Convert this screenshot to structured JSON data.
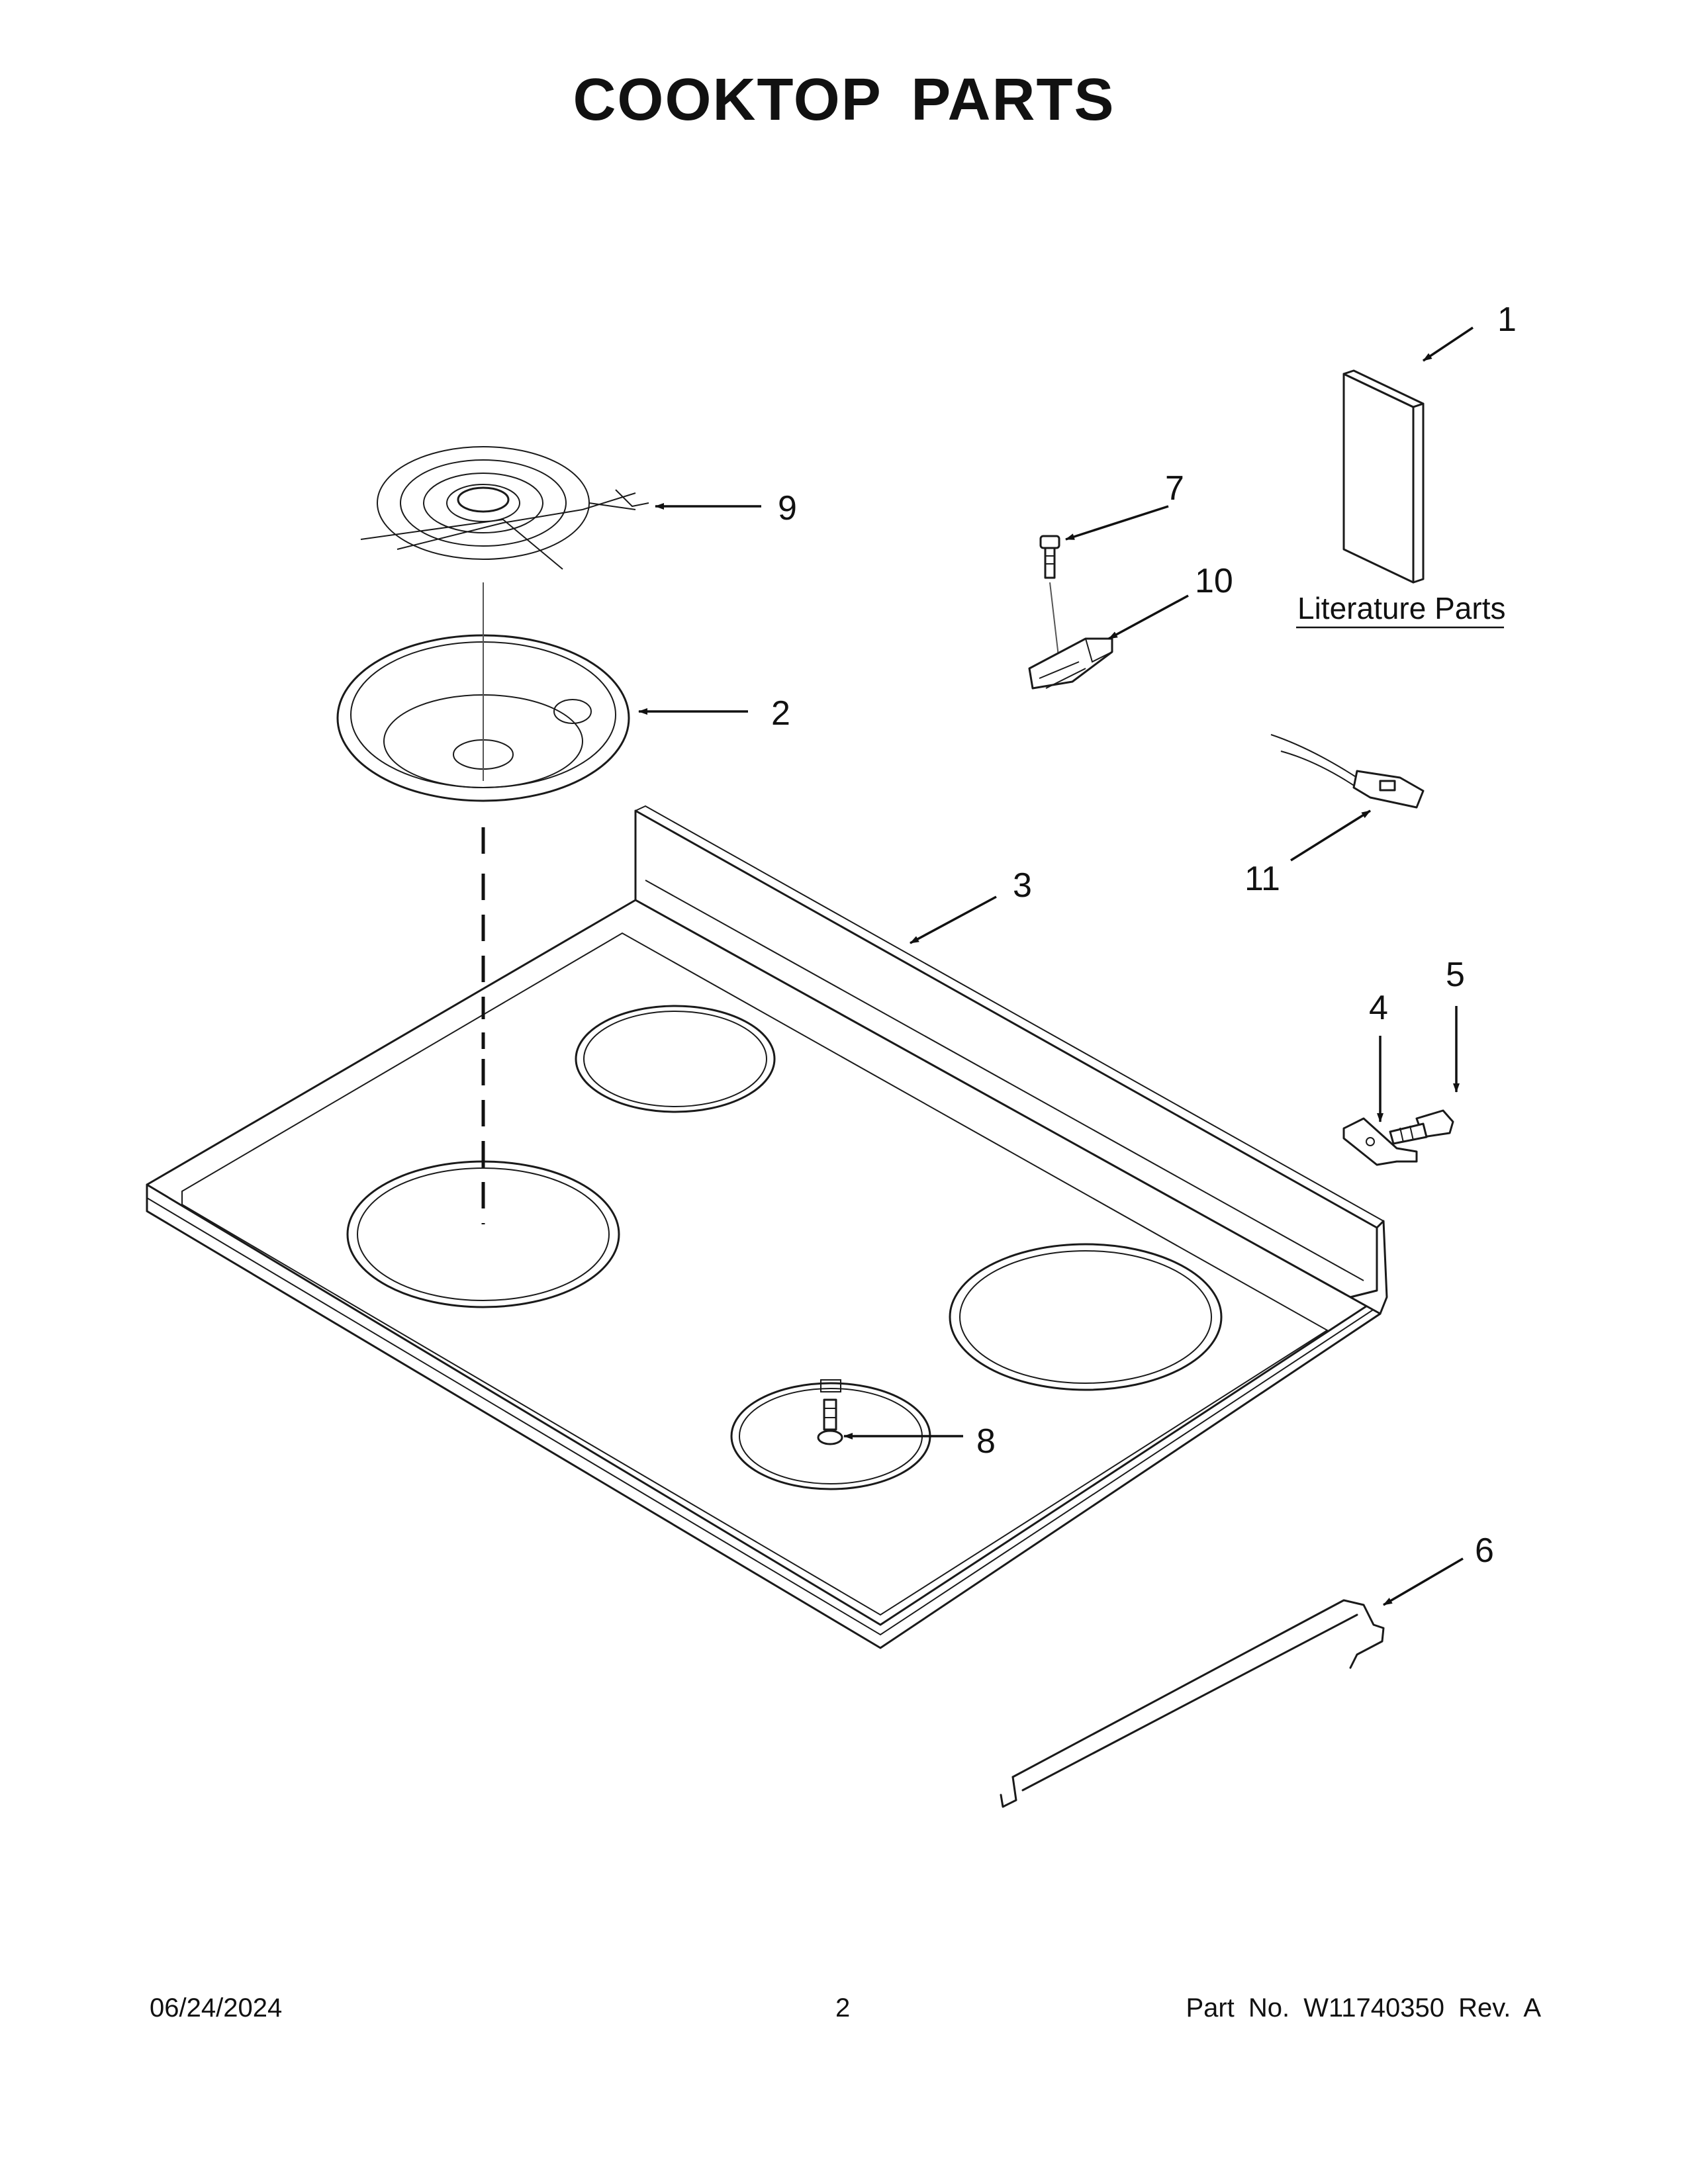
{
  "page": {
    "title": "COOKTOP PARTS",
    "footer": {
      "date": "06/24/2024",
      "page_number": "2",
      "part_number": "Part No.  W11740350  Rev.  A"
    }
  },
  "literature_label": "Literature Parts",
  "callouts": [
    "1",
    "2",
    "3",
    "4",
    "5",
    "6",
    "7",
    "8",
    "9",
    "10",
    "11"
  ]
}
